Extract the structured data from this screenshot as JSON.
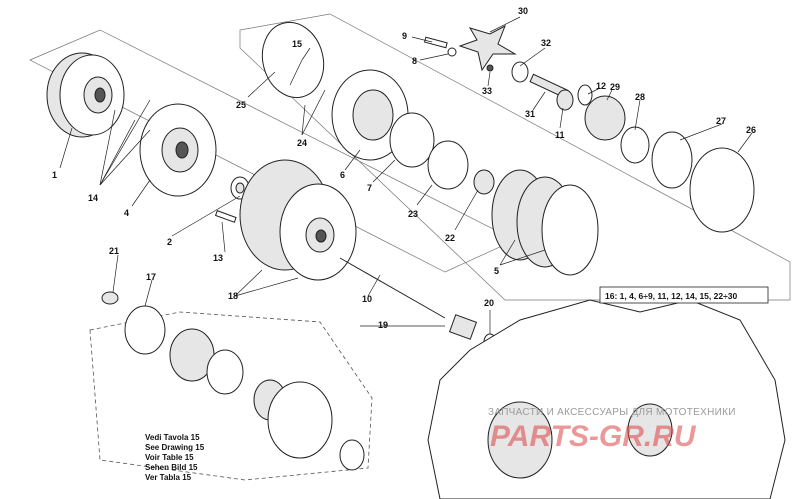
{
  "callouts": [
    "1",
    "2",
    "4",
    "5",
    "6",
    "7",
    "8",
    "9",
    "10",
    "11",
    "12",
    "13",
    "14",
    "15",
    "17",
    "18",
    "19",
    "20",
    "21",
    "22",
    "23",
    "24",
    "25",
    "26",
    "27",
    "28",
    "29",
    "30",
    "31",
    "32",
    "33"
  ],
  "kit_note": "16: 1, 4, 6÷9, 11, 12, 14, 15, 22÷30",
  "see_drawing": [
    "Vedi Tavola 15",
    "See Drawing 15",
    "Voir Table 15",
    "Sehen Bild 15",
    "Ver Tabla 15"
  ],
  "watermark": {
    "line1": "ЗАПЧАСТИ И АКСЕССУАРЫ ДЛЯ МОТОТЕХНИКИ",
    "line2": "PARTS-GR.RU"
  }
}
